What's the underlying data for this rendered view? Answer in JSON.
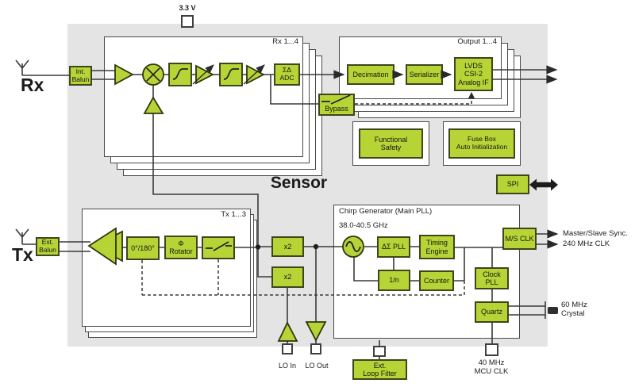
{
  "colors": {
    "block_green": "#b7d437",
    "block_border": "#40451c",
    "line": "#3a3a3a",
    "chip_bg": "#e4e4e4"
  },
  "misc": {
    "sensor": "Sensor",
    "supply": "3.3 V",
    "functional": "Functional\nSafety",
    "fuse": "Fuse Box\nAuto Initialization",
    "spi": "SPI"
  },
  "rx": {
    "big": "Rx",
    "stack": "Rx 1...4",
    "balun": "Int.\nBalun",
    "adc": "ΣΔ\nADC",
    "bypass": "Bypass"
  },
  "output": {
    "stack": "Output 1...4",
    "decimation": "Decimation",
    "serializer": "Serializer",
    "lvds": "LVDS\nCSI-2\nAnalog IF"
  },
  "tx": {
    "big": "Tx",
    "stack": "Tx 1...3",
    "balun": "Ext.\nBalun",
    "phase": "0°/180°",
    "rotator": "Φ\nRotator",
    "x2a": "x2",
    "x2b": "x2",
    "lo_in": "LO In",
    "lo_out": "LO Out"
  },
  "chirp": {
    "title": "Chirp Generator (Main PLL)",
    "range": "38.0-40.5 GHz",
    "ds_pll": "ΔΣ PLL",
    "timing": "Timing\nEngine",
    "divider": "1/n",
    "counter": "Counter",
    "clock_pll": "Clock\nPLL",
    "quartz": "Quartz",
    "ms_clk": "M/S CLK",
    "sync": "Master/Slave Sync.",
    "clk240": "240 MHz CLK",
    "crystal": "60 MHz\nCrystal",
    "mcu": "40 MHz\nMCU CLK",
    "ext_loop": "Ext.\nLoop Filter"
  }
}
